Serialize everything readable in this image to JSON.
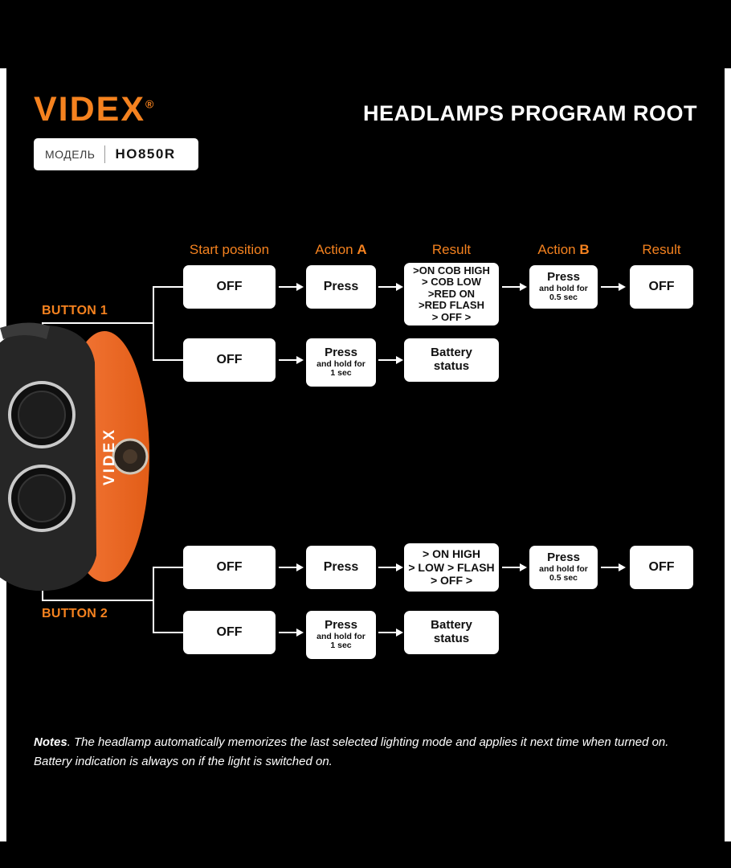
{
  "brand": {
    "name": "VIDEX",
    "reg": "®",
    "model_label": "МОДЕЛЬ",
    "model_value": "HO850R"
  },
  "title": "HEADLAMPS PROGRAM ROOT",
  "columns": [
    {
      "text": "Start position",
      "bold": ""
    },
    {
      "text": "Action ",
      "bold": "A"
    },
    {
      "text": "Result",
      "bold": ""
    },
    {
      "text": "Action ",
      "bold": "B"
    },
    {
      "text": "Result",
      "bold": ""
    }
  ],
  "button1": {
    "label": "BUTTON 1",
    "flow1": {
      "start": "OFF",
      "action_a": "Press",
      "result": [
        ">ON COB HIGH",
        "> COB LOW",
        ">RED ON",
        ">RED FLASH",
        "> OFF >"
      ],
      "action_b": {
        "main": "Press",
        "sub1": "and hold for",
        "sub2": "0.5 sec"
      },
      "end": "OFF"
    },
    "flow2": {
      "start": "OFF",
      "action": {
        "main": "Press",
        "sub1": "and hold for",
        "sub2": "1 sec"
      },
      "result": [
        "Battery",
        "status"
      ]
    }
  },
  "button2": {
    "label": "BUTTON 2",
    "flow1": {
      "start": "OFF",
      "action_a": "Press",
      "result": [
        "> ON HIGH",
        "> LOW > FLASH",
        "> OFF >"
      ],
      "action_b": {
        "main": "Press",
        "sub1": "and hold for",
        "sub2": "0.5 sec"
      },
      "end": "OFF"
    },
    "flow2": {
      "start": "OFF",
      "action": {
        "main": "Press",
        "sub1": "and hold for",
        "sub2": "1 sec"
      },
      "result": [
        "Battery",
        "status"
      ]
    }
  },
  "notes": {
    "label": "Notes",
    "line1": ". The headlamp automatically memorizes the last selected lighting mode and applies it next time when turned on.",
    "line2": "Battery indication is always on if the light is switched on."
  },
  "lamp": {
    "text": "VIDEX"
  },
  "colors": {
    "accent": "#F5821F",
    "background": "#000000",
    "box": "#FFFFFF"
  }
}
